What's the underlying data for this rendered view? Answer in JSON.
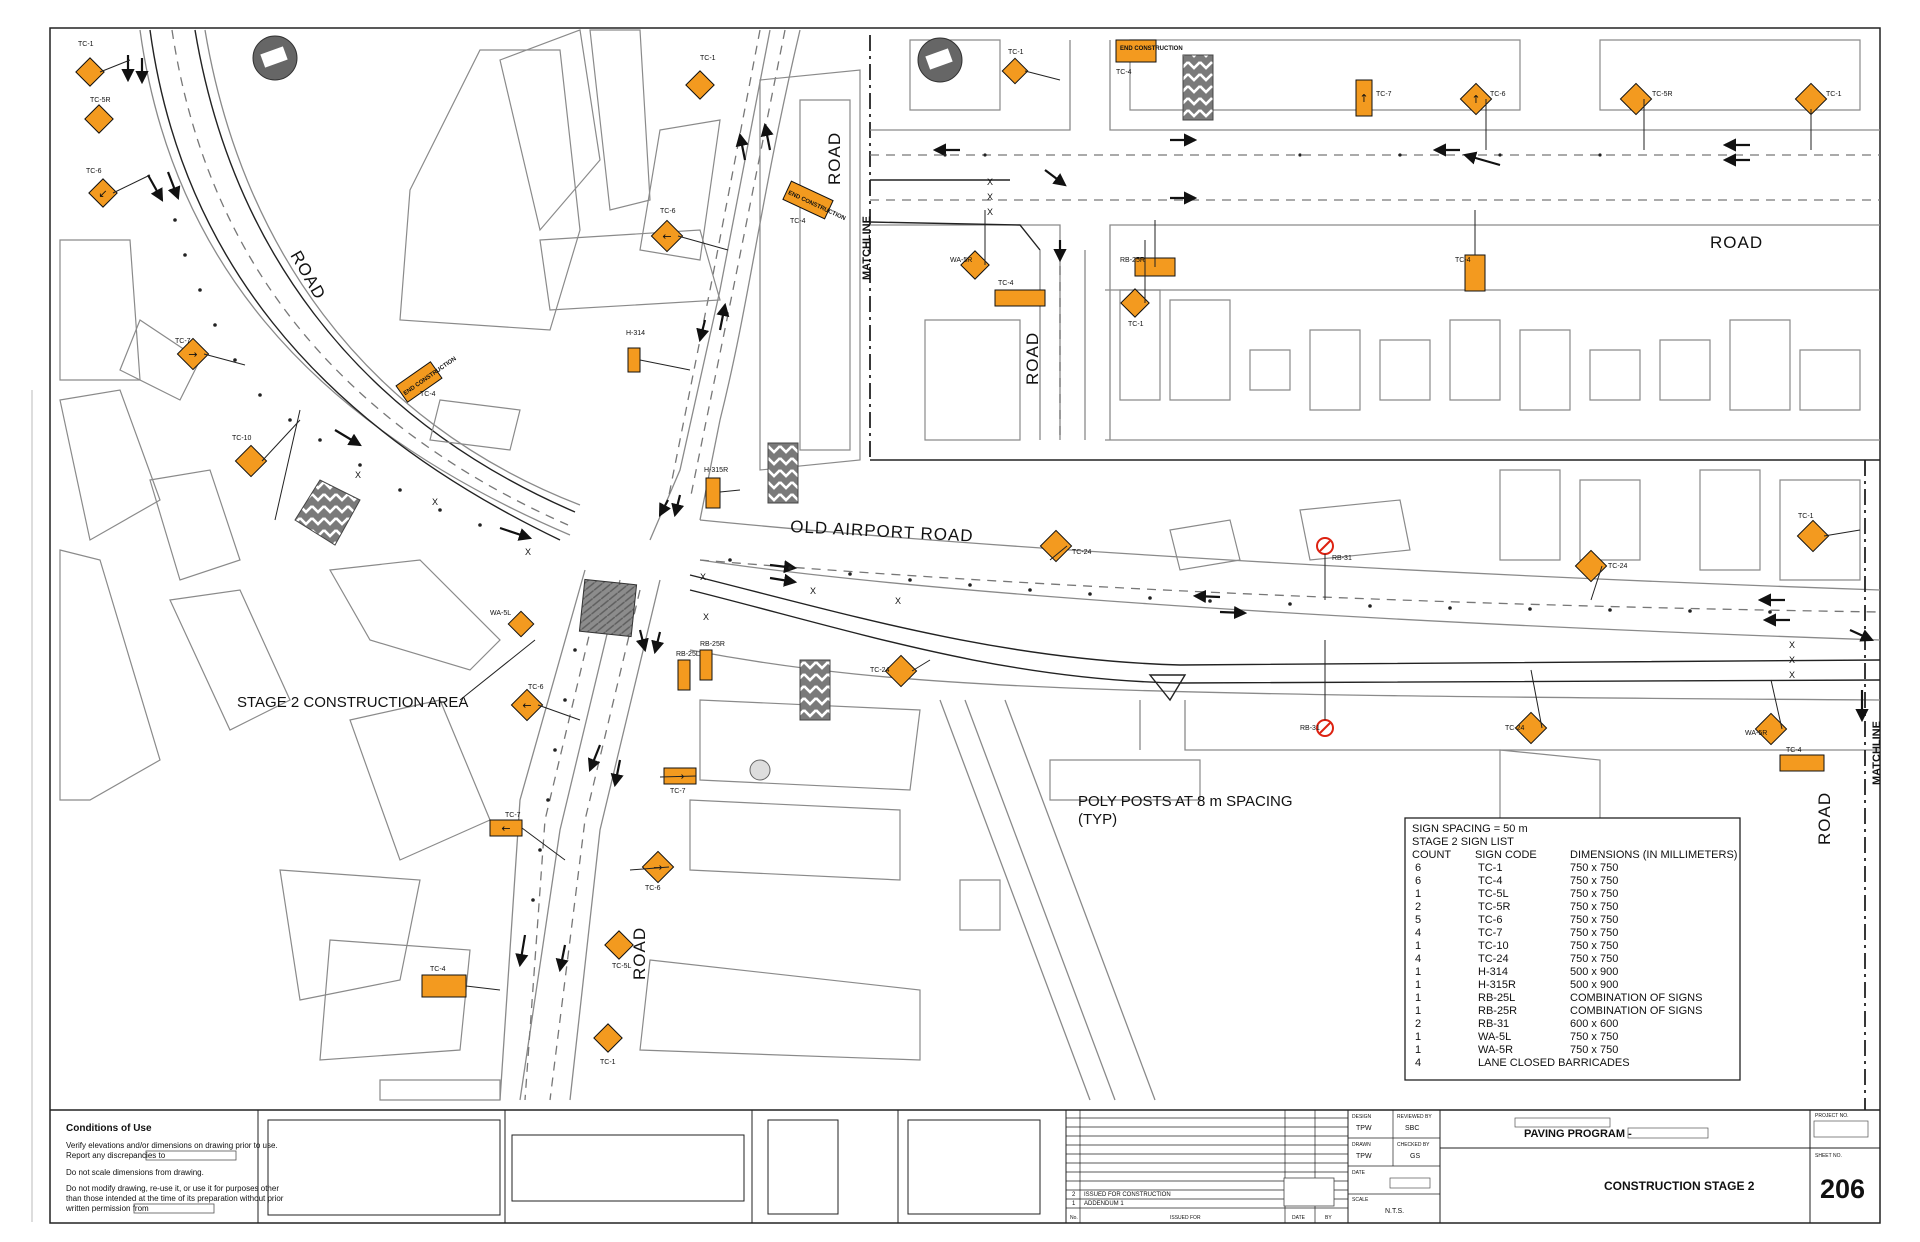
{
  "drawing": {
    "road_labels": {
      "road_north_vertical": "ROAD",
      "road_curve": "ROAD",
      "road_inset_horizontal": "ROAD",
      "road_inset_vertical": "ROAD",
      "road_south": "ROAD",
      "road_east": "ROAD",
      "old_airport_road": "OLD AIRPORT ROAD",
      "matchline_left": "MATCHLINE",
      "matchline_right": "MATCHLINE"
    },
    "callouts": {
      "construction_area": "STAGE 2 CONSTRUCTION AREA",
      "poly_posts_line1": "POLY POSTS AT 8 m SPACING",
      "poly_posts_line2": "(TYP)"
    },
    "signs": {
      "tc1": "TC-1",
      "tc4": "TC-4",
      "tc5r": "TC-5R",
      "tc5l": "TC-5L",
      "tc6": "TC-6",
      "tc7": "TC-7",
      "tc10": "TC-10",
      "tc24": "TC-24",
      "h314": "H-314",
      "h315r": "H-315R",
      "rb31": "RB-31",
      "rb25l": "RB-25L",
      "rb25r": "RB-25R",
      "wa5l": "WA-5L",
      "wa5r": "WA-5R",
      "end_construction": "END CONSTRUCTION",
      "x_mark": "X"
    },
    "colors": {
      "sign_orange": "#f39a1f",
      "line_dark": "#222222",
      "line_grey": "#8a8a8a",
      "barricade_grey": "#6e6e6e"
    }
  },
  "sign_list": {
    "heading1": "SIGN SPACING = 50 m",
    "heading2": "STAGE 2 SIGN LIST",
    "columns": [
      "COUNT",
      "SIGN CODE",
      "DIMENSIONS (IN MILLIMETERS)"
    ],
    "rows": [
      {
        "count": "6",
        "code": "TC-1",
        "dims": "750 x 750"
      },
      {
        "count": "6",
        "code": "TC-4",
        "dims": "750 x 750"
      },
      {
        "count": "1",
        "code": "TC-5L",
        "dims": "750 x 750"
      },
      {
        "count": "2",
        "code": "TC-5R",
        "dims": "750 x 750"
      },
      {
        "count": "5",
        "code": "TC-6",
        "dims": "750 x 750"
      },
      {
        "count": "4",
        "code": "TC-7",
        "dims": "750 x 750"
      },
      {
        "count": "1",
        "code": "TC-10",
        "dims": "750 x 750"
      },
      {
        "count": "4",
        "code": "TC-24",
        "dims": "750 x 750"
      },
      {
        "count": "1",
        "code": "H-314",
        "dims": "500 x 900"
      },
      {
        "count": "1",
        "code": "H-315R",
        "dims": "500 x 900"
      },
      {
        "count": "1",
        "code": "RB-25L",
        "dims": "COMBINATION OF SIGNS"
      },
      {
        "count": "1",
        "code": "RB-25R",
        "dims": "COMBINATION OF SIGNS"
      },
      {
        "count": "2",
        "code": "RB-31",
        "dims": "600 x 600"
      },
      {
        "count": "1",
        "code": "WA-5L",
        "dims": "750 x 750"
      },
      {
        "count": "1",
        "code": "WA-5R",
        "dims": "750 x 750"
      },
      {
        "count": "4",
        "code": "LANE CLOSED BARRICADES",
        "dims": ""
      }
    ]
  },
  "title_block": {
    "conditions_title": "Conditions of Use",
    "conditions_lines": [
      "Verify elevations and/or dimensions on drawing prior to use.",
      "Report any discrepancies to",
      "Do not scale dimensions from drawing.",
      "Do not modify drawing, re-use it, or use it for purposes other",
      "than those intended at the time of its preparation without prior",
      "written permission from"
    ],
    "revisions": [
      {
        "no": "2",
        "desc": "ISSUED FOR CONSTRUCTION"
      },
      {
        "no": "1",
        "desc": "ADDENDUM 1"
      }
    ],
    "rev_headers": {
      "no": "No.",
      "issued_for": "ISSUED FOR",
      "date": "DATE",
      "by": "BY"
    },
    "design_label": "DESIGN",
    "design_value": "TPW",
    "reviewed_label": "REVIEWED BY",
    "reviewed_value": "SBC",
    "drawn_label": "DRAWN",
    "drawn_value": "TPW",
    "checked_label": "CHECKED BY",
    "checked_value": "GS",
    "date_label": "DATE",
    "scale_label": "SCALE",
    "scale_value": "N.T.S.",
    "project_title": "PAVING PROGRAM -",
    "sheet_title": "CONSTRUCTION STAGE 2",
    "project_no_label": "PROJECT NO.",
    "sheet_no_label": "SHEET NO.",
    "sheet_no": "206"
  }
}
